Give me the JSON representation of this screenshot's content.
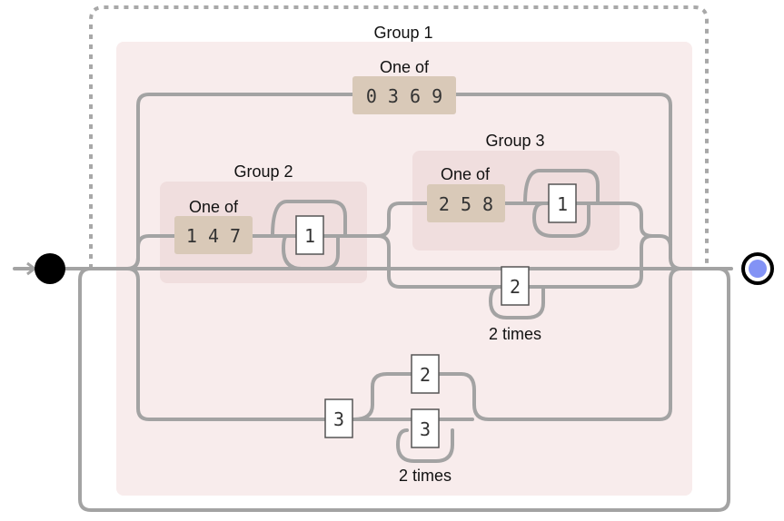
{
  "diagram": {
    "outer_group_label": "Group 1",
    "top_charset": {
      "label": "One of",
      "chars": "0 3 6 9"
    },
    "group2": {
      "label": "Group 2",
      "charset": {
        "label": "One of",
        "chars": "1 4 7"
      },
      "literal": "1"
    },
    "group3": {
      "label": "Group 3",
      "charset": {
        "label": "One of",
        "chars": "2 5 8"
      },
      "literal": "1"
    },
    "repeat_literal": {
      "char": "2",
      "label": "2 times"
    },
    "bottom_branch": {
      "literal_first": "3",
      "alt_literal": "2",
      "repeat_literal": "3",
      "repeat_label": "2 times"
    }
  },
  "colors": {
    "group_outer_bg": "#f8ecec",
    "group_inner_bg": "#f0dede",
    "charset_bg": "#d9c9b8",
    "line": "#a3a3a3",
    "dashed": "#a8a8a8",
    "end_marker": "#8393f5"
  }
}
